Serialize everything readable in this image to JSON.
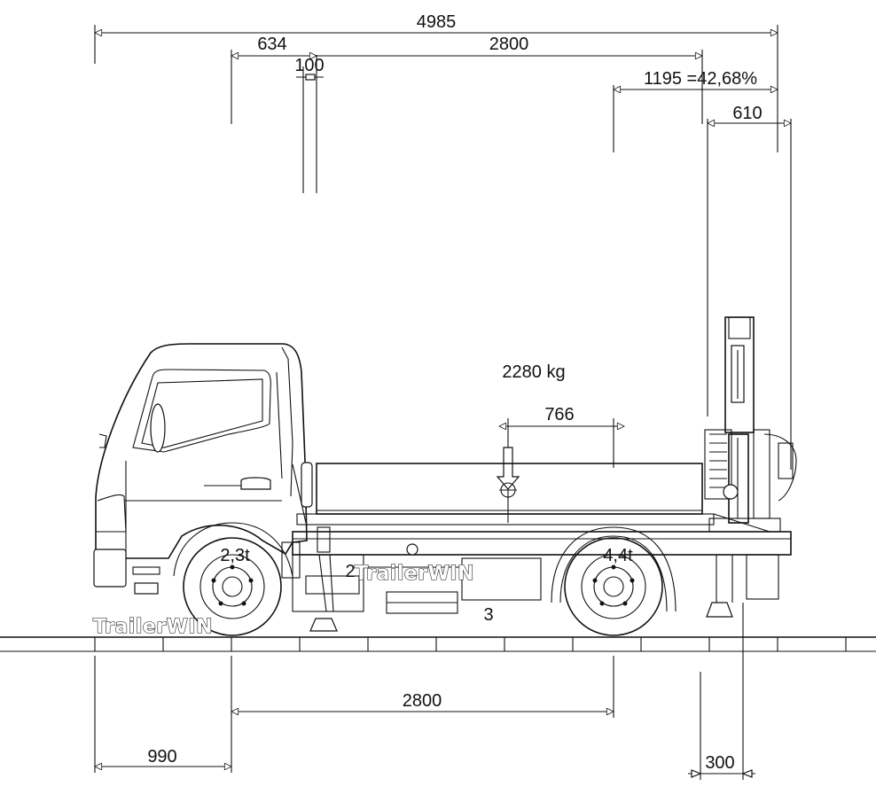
{
  "dimensions": {
    "overall_length": "4985",
    "front_overhang_to_crane": "634",
    "wheelbase_top": "2800",
    "crane_gap": "100",
    "rear_overhang": "1195 =42,68%",
    "rear_offset": "610",
    "load_offset": "766",
    "front_overhang_bottom": "990",
    "wheelbase_bottom": "2800",
    "support_offset": "300"
  },
  "annotations": {
    "payload": "2280 kg",
    "front_axle_load": "2,3t",
    "rear_axle_load": "4,4t",
    "component_2": "2",
    "component_3": "3"
  },
  "watermarks": {
    "center": "TrailerWIN",
    "bottom_left": "TrailerWIN"
  }
}
